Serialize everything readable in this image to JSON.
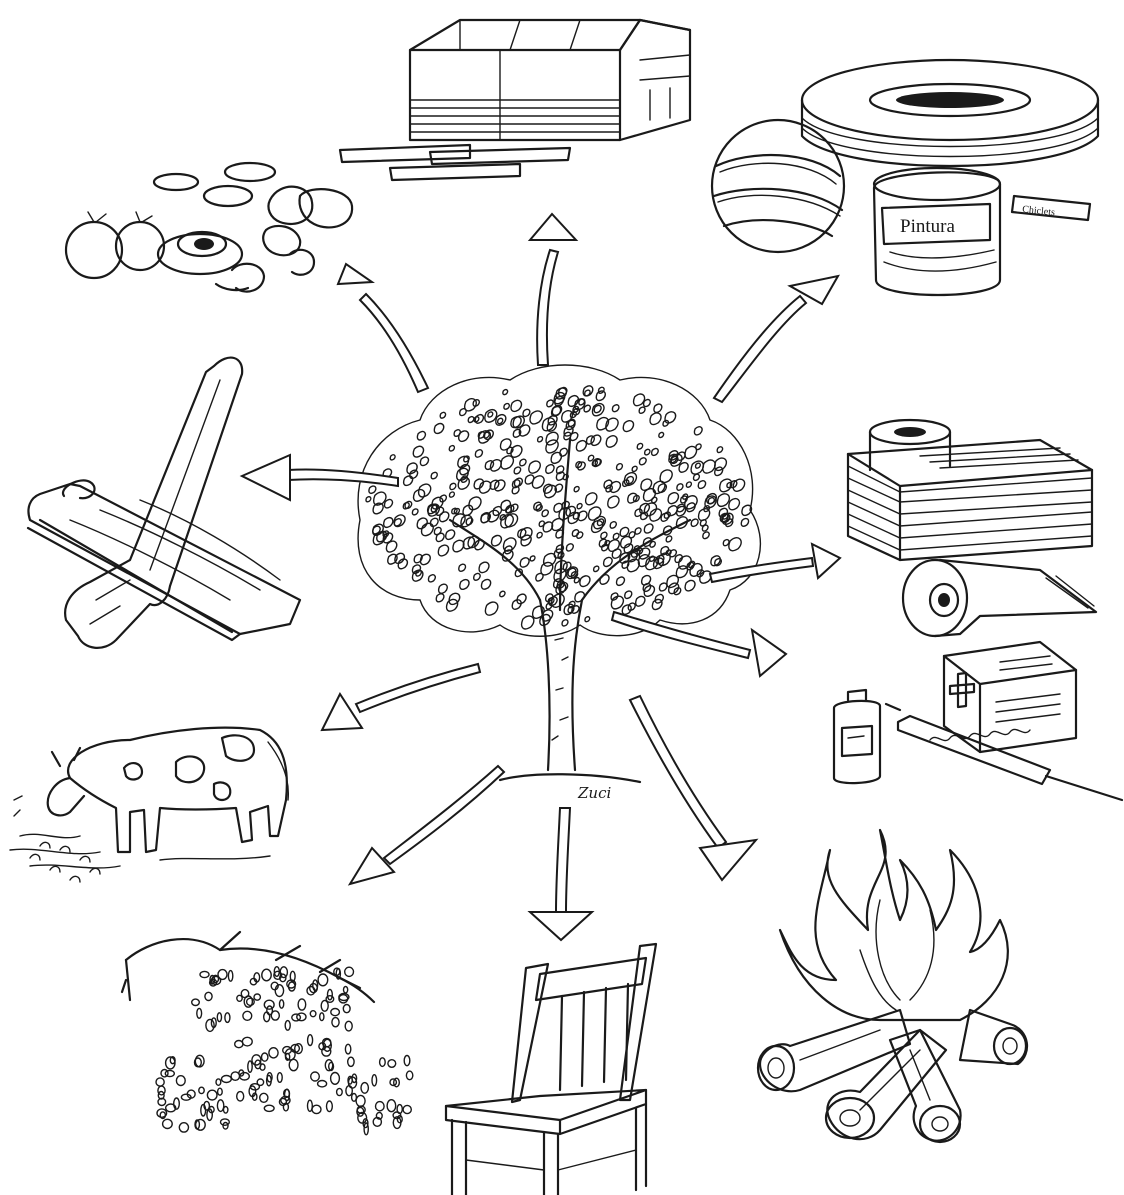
{
  "labels": {
    "paint_can": "Pintura",
    "small_box": "Chiclets"
  },
  "items": [
    {
      "name": "greenhouse-structure"
    },
    {
      "name": "fruits-and-nuts"
    },
    {
      "name": "rubber-products"
    },
    {
      "name": "wooden-utensils"
    },
    {
      "name": "paper-products"
    },
    {
      "name": "medicines"
    },
    {
      "name": "cattle-forage"
    },
    {
      "name": "fallen-leaves"
    },
    {
      "name": "wooden-chair"
    },
    {
      "name": "firewood"
    }
  ],
  "colors": {
    "ink": "#1a1a1a",
    "paper": "#ffffff"
  }
}
